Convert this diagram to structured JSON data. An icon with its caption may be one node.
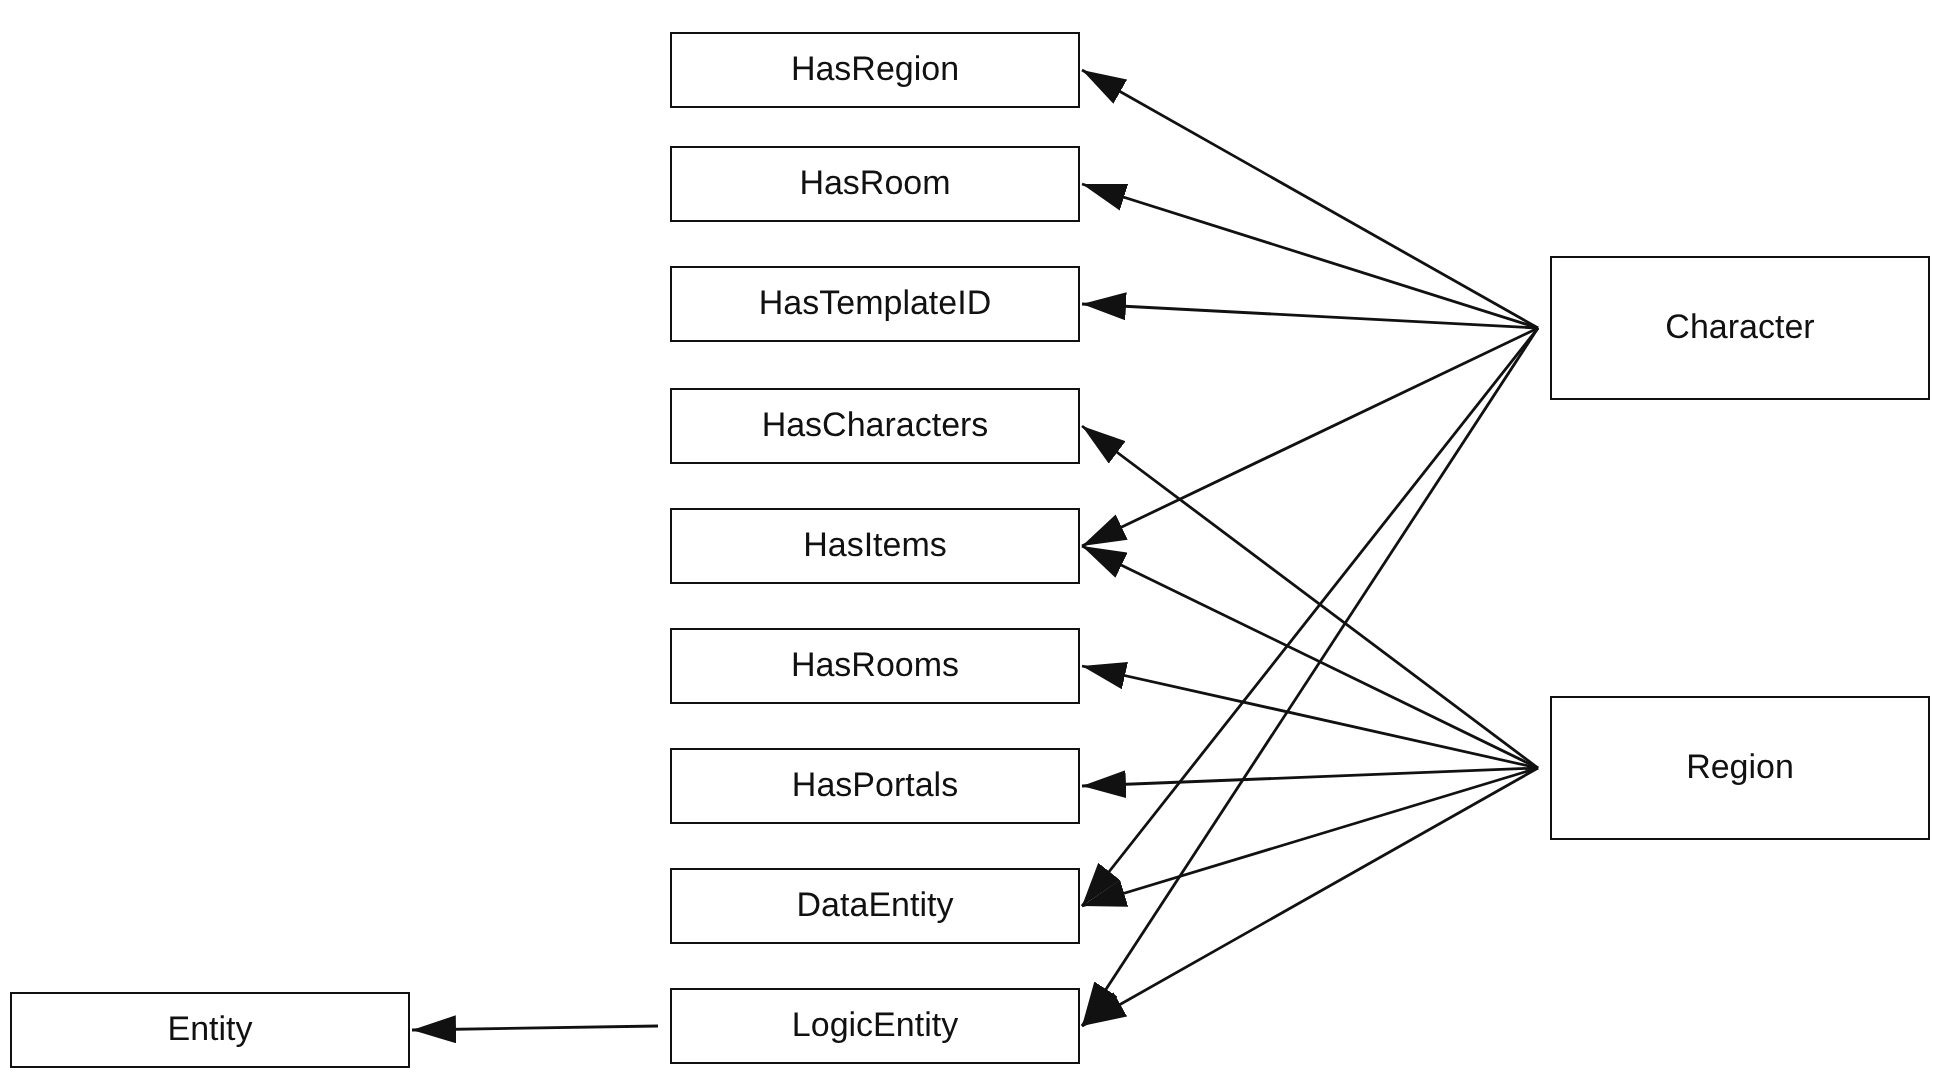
{
  "diagram": {
    "nodes": [
      {
        "text": [
          "HasRegion"
        ]
      },
      {
        "text": [
          "HasRoom"
        ]
      },
      {
        "text": [
          "HasTemplateID"
        ]
      },
      {
        "text": [
          "HasCharacters"
        ]
      },
      {
        "text": [
          "HasItems"
        ]
      },
      {
        "text": [
          "HasRooms"
        ]
      },
      {
        "text": [
          "HasPortals"
        ]
      },
      {
        "text": [
          "DataEntity"
        ]
      },
      {
        "text": [
          "LogicEntity"
        ]
      },
      {
        "text": [
          "Character"
        ]
      },
      {
        "text": [
          "Region"
        ]
      },
      {
        "text": [
          "Entity"
        ]
      }
    ],
    "edges": [
      {
        "from": 9,
        "to": 0,
        "arrow": "to"
      },
      {
        "from": 9,
        "to": 1,
        "arrow": "to"
      },
      {
        "from": 9,
        "to": 2,
        "arrow": "to"
      },
      {
        "from": 9,
        "to": 4,
        "arrow": "to"
      },
      {
        "from": 9,
        "to": 7,
        "arrow": "to"
      },
      {
        "from": 9,
        "to": 8,
        "arrow": "to"
      },
      {
        "from": 10,
        "to": 3,
        "arrow": "to"
      },
      {
        "from": 10,
        "to": 4,
        "arrow": "to"
      },
      {
        "from": 10,
        "to": 5,
        "arrow": "to"
      },
      {
        "from": 10,
        "to": 6,
        "arrow": "to"
      },
      {
        "from": 10,
        "to": 7,
        "arrow": "to"
      },
      {
        "from": 10,
        "to": 8,
        "arrow": "to"
      },
      {
        "from": 8,
        "to": 11,
        "arrow": "to"
      }
    ]
  }
}
